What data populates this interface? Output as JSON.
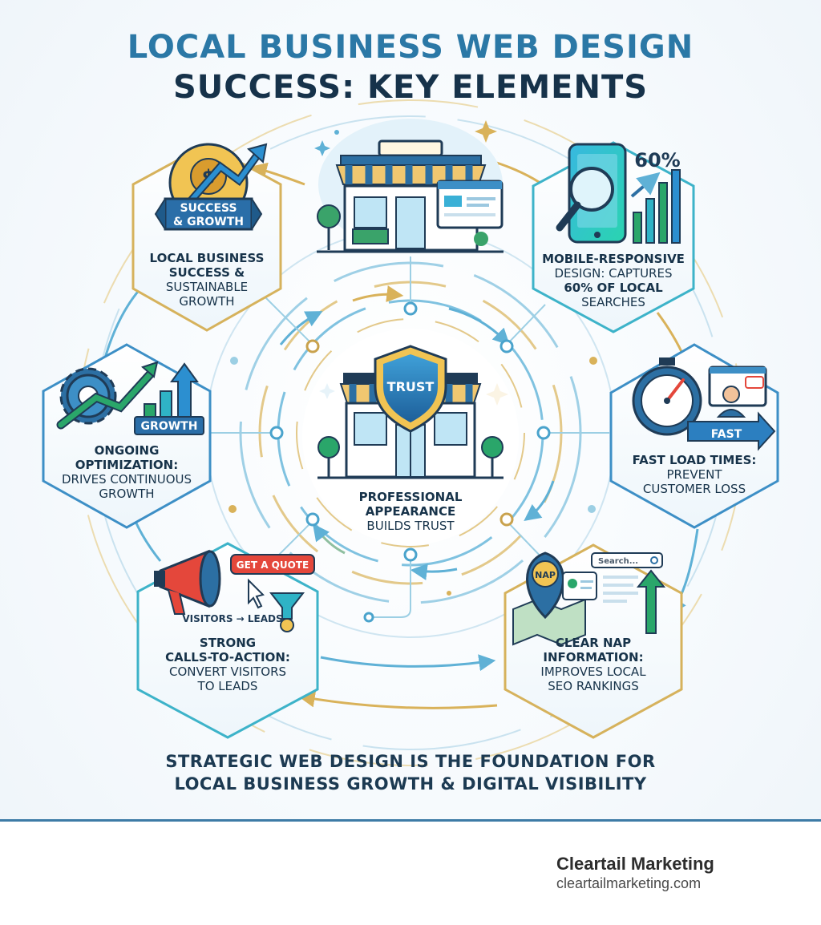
{
  "title": {
    "line1": "LOCAL BUSINESS WEB DESIGN",
    "line2": "SUCCESS: KEY ELEMENTS"
  },
  "center": {
    "shield_text": "TRUST",
    "line1": "PROFESSIONAL",
    "line2": "APPEARANCE",
    "line3": "BUILDS TRUST"
  },
  "nodes": {
    "success": {
      "badge_line1": "SUCCESS",
      "badge_line2": "& GROWTH",
      "line1": "LOCAL BUSINESS",
      "line2": "SUCCESS &",
      "line3": "SUSTAINABLE",
      "line4": "GROWTH"
    },
    "mobile": {
      "stat": "60%",
      "line1": "MOBILE-RESPONSIVE",
      "line2": "DESIGN: CAPTURES",
      "line3": "60% OF LOCAL",
      "line4": "SEARCHES"
    },
    "fast": {
      "badge": "FAST",
      "line1": "FAST LOAD TIMES:",
      "line2": "PREVENT",
      "line3": "CUSTOMER LOSS"
    },
    "nap": {
      "pin_text": "NAP",
      "search_placeholder": "Search...",
      "line1": "CLEAR NAP",
      "line2": "INFORMATION:",
      "line3": "IMPROVES LOCAL",
      "line4": "SEO RANKINGS"
    },
    "cta": {
      "button": "GET A QUOTE",
      "flow": "VISITORS → LEADS",
      "line1": "STRONG",
      "line2": "CALLS-TO-ACTION:",
      "line3": "CONVERT VISITORS",
      "line4": "TO LEADS"
    },
    "optimization": {
      "badge": "GROWTH",
      "line1": "ONGOING",
      "line2": "OPTIMIZATION:",
      "line3": "DRIVES CONTINUOUS",
      "line4": "GROWTH"
    }
  },
  "footer": {
    "line1": "STRATEGIC WEB DESIGN IS THE FOUNDATION FOR",
    "line2": "LOCAL BUSINESS GROWTH & DIGITAL VISIBILITY"
  },
  "brand": {
    "name": "Cleartail Marketing",
    "url": "cleartailmarketing.com"
  },
  "colors": {
    "navy": "#16324a",
    "blue": "#2b78a6",
    "teal": "#2fb3c6",
    "gold": "#d9b25a",
    "green": "#2aa66a",
    "red": "#e4473b"
  },
  "icons": [
    "storefront-icon",
    "dollar-medal-icon",
    "phone-magnifier-icon",
    "stopwatch-icon",
    "map-pin-icon",
    "megaphone-icon",
    "gear-growth-icon",
    "trust-shield-icon"
  ]
}
